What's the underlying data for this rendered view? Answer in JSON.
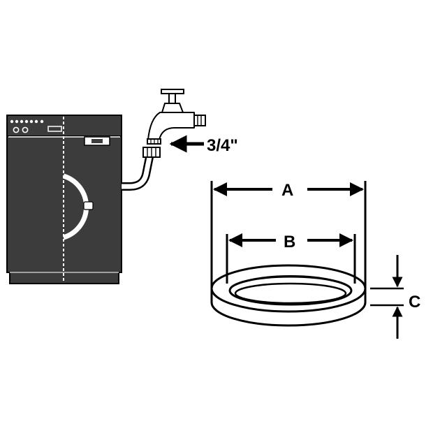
{
  "diagram": {
    "labels": {
      "thread_size": "3/4\"",
      "outer_diameter": "A",
      "inner_diameter": "B",
      "thickness": "C"
    },
    "icons": [
      "washing-machine-icon",
      "water-faucet-icon",
      "hose-icon",
      "hose-nut-icon",
      "gasket-ring-icon"
    ],
    "colors": {
      "ink": "#000000",
      "appliance_fill": "#3c3c3c",
      "background": "#ffffff"
    }
  }
}
